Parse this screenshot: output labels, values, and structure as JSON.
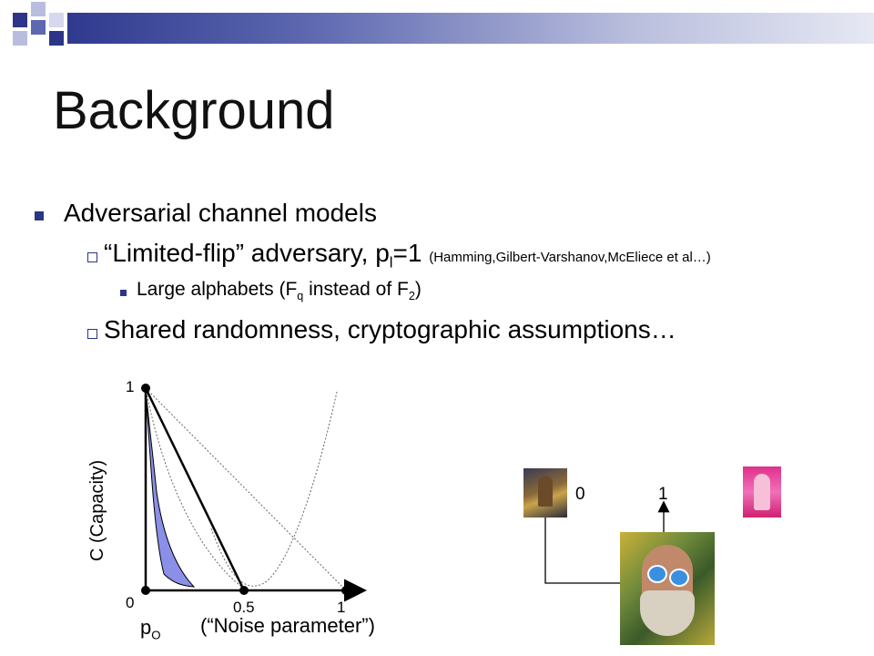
{
  "slide": {
    "title": "Background",
    "bullets": [
      {
        "text": "Adversarial channel models"
      },
      {
        "pre": "“Limited-flip” adversary, p",
        "sub": "l",
        "post": "=1 ",
        "cite": "(Hamming,Gilbert-Varshanov,McEliece et al…)"
      },
      {
        "pre": "Large alphabets (F",
        "sub": "q",
        "mid": " instead of F",
        "sub2": "2",
        "post": ")"
      },
      {
        "text": "Shared randomness, cryptographic assumptions…"
      }
    ]
  },
  "diagram": {
    "y_label": "C     (Capacity)",
    "x_label_var": "p",
    "x_label_sub": "O",
    "x_label_desc": "(“Noise parameter”)",
    "ticks": {
      "y_top": "1",
      "y_bottom": "0",
      "x_mid": "0.5",
      "x_end": "1"
    },
    "channel_labels": {
      "zero": "0",
      "one": "1"
    }
  },
  "colors": {
    "accent": "#2c3587",
    "shade": "#8a8fe8"
  }
}
